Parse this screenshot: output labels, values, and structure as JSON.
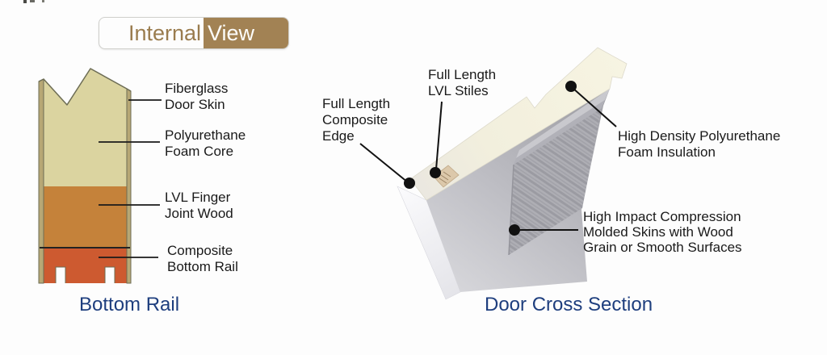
{
  "badge": {
    "left_text": "Internal",
    "right_text": "View"
  },
  "captions": {
    "bottom_rail": "Bottom Rail",
    "door_cross_section": "Door Cross Section"
  },
  "bottom_rail_labels": [
    {
      "line1": "Fiberglass",
      "line2": "Door Skin"
    },
    {
      "line1": "Polyurethane",
      "line2": "Foam Core"
    },
    {
      "line1": "LVL Finger",
      "line2": "Joint Wood"
    },
    {
      "line1": "Composite",
      "line2": "Bottom Rail"
    }
  ],
  "door_labels": {
    "composite_edge": {
      "line1": "Full Length",
      "line2": "Composite",
      "line3": "Edge"
    },
    "lvl_stiles": {
      "line1": "Full Length",
      "line2": "LVL Stiles"
    },
    "foam_insulation": {
      "line1": "High Density Polyurethane",
      "line2": "Foam Insulation"
    },
    "molded_skins": {
      "line1": "High Impact Compression",
      "line2": "Molded Skins with Wood",
      "line3": "Grain or Smooth Surfaces"
    }
  },
  "colors": {
    "badge_brown": "#a28254",
    "badge_text_brown": "#9a7c4e",
    "caption_navy": "#1e3e7e",
    "label_black": "#1a1a1a",
    "foam_cream": "#dbd4a0",
    "lvl_wood": "#c5823a",
    "composite_rail": "#cd5a30",
    "fiberglass_skin": "#b7a775",
    "door_foam_ivory": "#f2efdd",
    "door_face_gray": "#b9b9bf",
    "callout_ink": "#111111"
  }
}
